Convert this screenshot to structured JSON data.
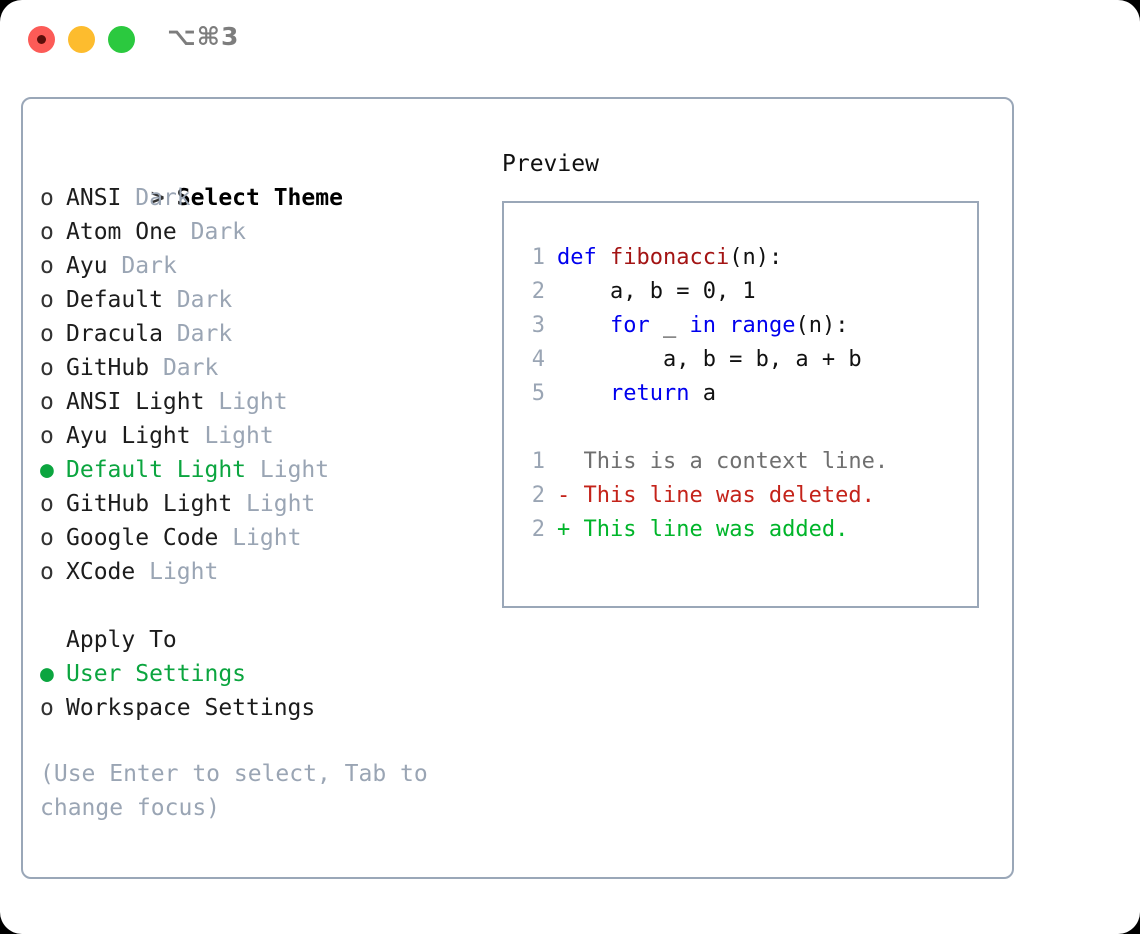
{
  "window": {
    "shortcut_label": "⌥⌘3",
    "controls": [
      {
        "name": "close",
        "color": "#fc5b57"
      },
      {
        "name": "minimize",
        "color": "#fdbc2e"
      },
      {
        "name": "maximize",
        "color": "#2bc93f"
      }
    ]
  },
  "theme_list": {
    "header_marker": ">",
    "header_label": "Select Theme",
    "items": [
      {
        "marker": "o",
        "name": "ANSI",
        "variant": "Dark",
        "selected": false
      },
      {
        "marker": "o",
        "name": "Atom One",
        "variant": "Dark",
        "selected": false
      },
      {
        "marker": "o",
        "name": "Ayu",
        "variant": "Dark",
        "selected": false
      },
      {
        "marker": "o",
        "name": "Default",
        "variant": "Dark",
        "selected": false
      },
      {
        "marker": "o",
        "name": "Dracula",
        "variant": "Dark",
        "selected": false
      },
      {
        "marker": "o",
        "name": "GitHub",
        "variant": "Dark",
        "selected": false
      },
      {
        "marker": "o",
        "name": "ANSI Light",
        "variant": "Light",
        "selected": false
      },
      {
        "marker": "o",
        "name": "Ayu Light",
        "variant": "Light",
        "selected": false
      },
      {
        "marker": "●",
        "name": "Default Light",
        "variant": "Light",
        "selected": true
      },
      {
        "marker": "o",
        "name": "GitHub Light",
        "variant": "Light",
        "selected": false
      },
      {
        "marker": "o",
        "name": "Google Code",
        "variant": "Light",
        "selected": false
      },
      {
        "marker": "o",
        "name": "XCode",
        "variant": "Light",
        "selected": false
      }
    ]
  },
  "apply_to": {
    "label": "Apply To",
    "items": [
      {
        "marker": "●",
        "label": "User Settings",
        "selected": true
      },
      {
        "marker": "o",
        "label": "Workspace Settings",
        "selected": false
      }
    ]
  },
  "hint": "(Use Enter to select, Tab to change focus)",
  "preview": {
    "title": "Preview",
    "code_lines": [
      {
        "no": "1",
        "tokens": [
          {
            "t": "def ",
            "c": "kw"
          },
          {
            "t": "fibonacci",
            "c": "fn"
          },
          {
            "t": "(n):",
            "c": "pl"
          }
        ]
      },
      {
        "no": "2",
        "tokens": [
          {
            "t": "    a, b = 0, 1",
            "c": "pl"
          }
        ]
      },
      {
        "no": "3",
        "tokens": [
          {
            "t": "    ",
            "c": "pl"
          },
          {
            "t": "for",
            "c": "kw"
          },
          {
            "t": " _ ",
            "c": "pl"
          },
          {
            "t": "in",
            "c": "kw"
          },
          {
            "t": " ",
            "c": "pl"
          },
          {
            "t": "range",
            "c": "kw"
          },
          {
            "t": "(n):",
            "c": "pl"
          }
        ]
      },
      {
        "no": "4",
        "tokens": [
          {
            "t": "        a, b = b, a + b",
            "c": "pl"
          }
        ]
      },
      {
        "no": "5",
        "tokens": [
          {
            "t": "    ",
            "c": "pl"
          },
          {
            "t": "return",
            "c": "kw"
          },
          {
            "t": " a",
            "c": "pl"
          }
        ]
      }
    ],
    "diff_lines": [
      {
        "no": "1",
        "sign": "  ",
        "text": "This is a context line.",
        "kind": "diff-context"
      },
      {
        "no": "2",
        "sign": "- ",
        "text": "This line was deleted.",
        "kind": "diff-del"
      },
      {
        "no": "2",
        "sign": "+ ",
        "text": "This line was added.",
        "kind": "diff-add"
      }
    ]
  },
  "colors": {
    "accent_green": "#0ba53f",
    "muted": "#9aa5b4",
    "border": "#9aa7b8",
    "keyword_blue": "#0000ee",
    "function_red": "#a31414",
    "diff_add_green": "#00b52a",
    "diff_del_red": "#c4231a"
  }
}
